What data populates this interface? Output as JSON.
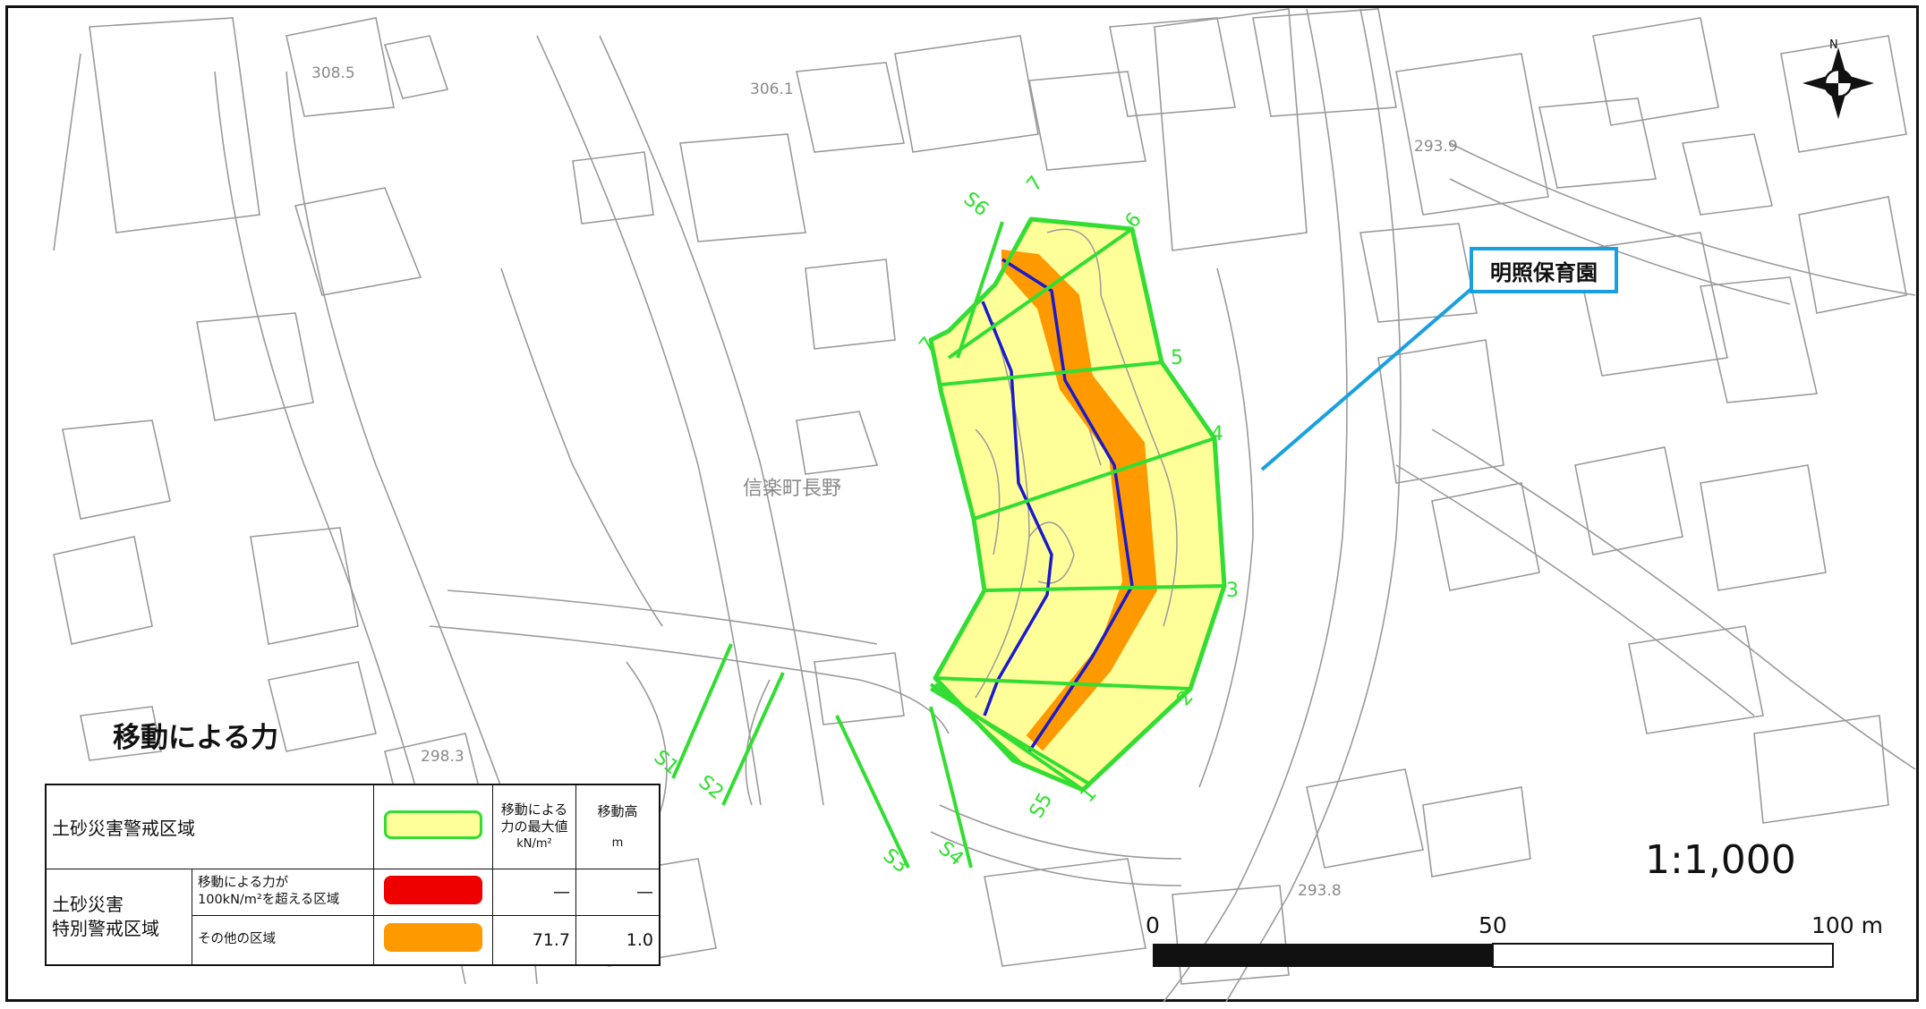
{
  "map": {
    "title": "移動による力",
    "place_name": "信楽町長野",
    "elevations": [
      "308.5",
      "306.1",
      "293.9",
      "298.3",
      "293.8"
    ],
    "callout_label": "明照保育園",
    "section_labels": [
      "S1",
      "S2",
      "S3",
      "S4",
      "S5",
      "S6",
      "1",
      "2",
      "3",
      "4",
      "5",
      "6",
      "7",
      "7"
    ],
    "north_label": "N",
    "scale_ratio": "1:1,000",
    "scale_bar": {
      "ticks": [
        "0",
        "50",
        "100 m"
      ]
    },
    "colors": {
      "warning_zone_fill": "#ffff99",
      "warning_zone_border": "#33dd33",
      "special_over_100": "#ee0000",
      "special_other": "#ff9900",
      "flow_line": "#1a1acc",
      "callout": "#1aa0e0"
    }
  },
  "legend": {
    "row1_label": "土砂災害警戒区域",
    "col_force_header": "移動による力の最大値",
    "col_force_unit": "kN/m²",
    "col_height_header": "移動高",
    "col_height_unit": "m",
    "row2_label_line1": "土砂災害",
    "row2_label_line2": "特別警戒区域",
    "over_label_line1": "移動による力が",
    "over_label_line2": "100kN/m²を超える区域",
    "over_force": "—",
    "over_height": "—",
    "other_label": "その他の区域",
    "other_force": "71.7",
    "other_height": "1.0"
  }
}
